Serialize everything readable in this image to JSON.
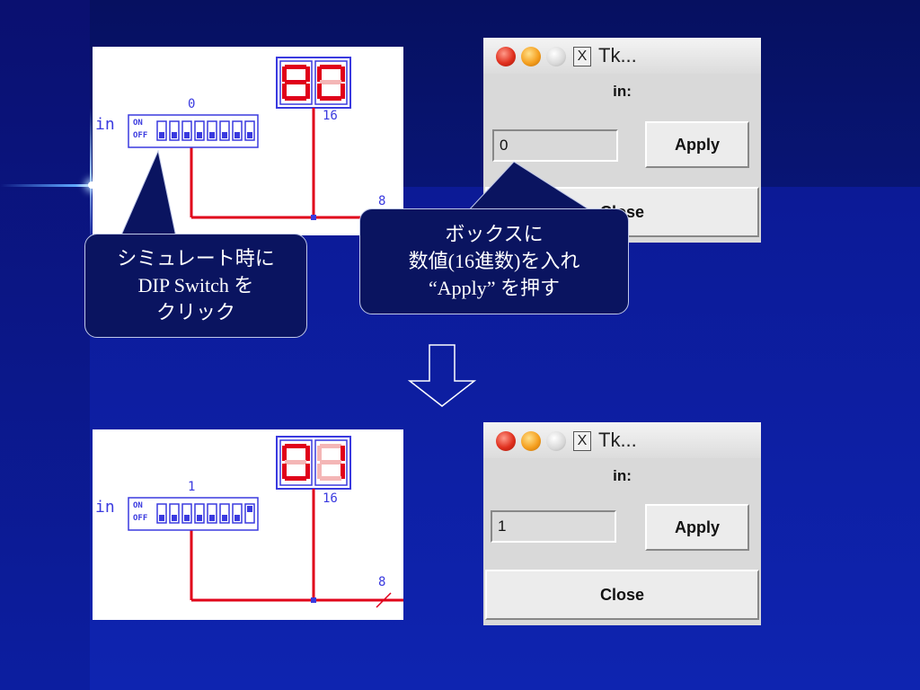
{
  "top": {
    "circuit": {
      "input_label": "in",
      "dip_value": "0",
      "dip_on": "ON",
      "dip_off": "OFF",
      "bus_width_16": "16",
      "bus_width_8": "8"
    },
    "dialog": {
      "title": "Tk...",
      "in_label": "in:",
      "entry_value": "0",
      "apply_label": "Apply",
      "close_label": "Close"
    }
  },
  "bottom": {
    "circuit": {
      "input_label": "in",
      "dip_value": "1",
      "dip_on": "ON",
      "dip_off": "OFF",
      "bus_width_16": "16",
      "bus_width_8": "8"
    },
    "dialog": {
      "title": "Tk...",
      "in_label": "in:",
      "entry_value": "1",
      "apply_label": "Apply",
      "close_label": "Close"
    }
  },
  "callouts": {
    "left": [
      "シミュレート時に",
      "DIP Switch を",
      "クリック"
    ],
    "right": [
      "ボックスに",
      "数値(16進数)を入れ",
      "“Apply” を押す"
    ]
  },
  "colors": {
    "background": "#0a1a8a",
    "callout_bg": "#0a1460",
    "wire": "#e0001a",
    "component": "#3a3adf",
    "segment_on": "#e0001a",
    "segment_off": "#f4b6b6"
  }
}
